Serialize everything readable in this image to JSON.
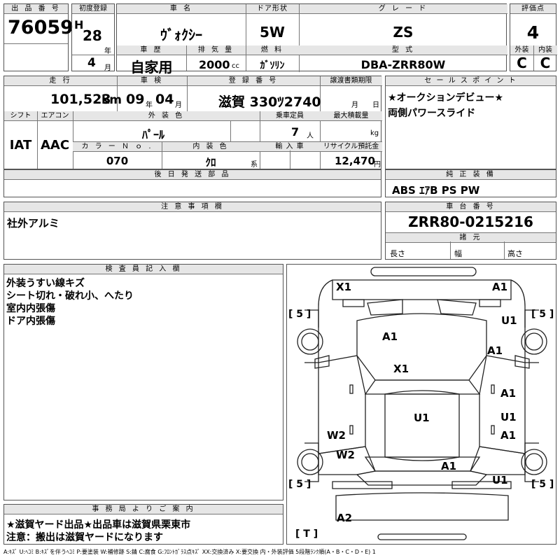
{
  "labels": {
    "lot_no": "出 品 番 号",
    "first_reg": "初度登録",
    "car_name": "車 名",
    "door": "ドア形状",
    "grade": "グ レ ー ド",
    "score": "評価点",
    "history": "車 歴",
    "displacement": "排 気 量",
    "fuel": "燃 料",
    "model": "型 式",
    "exterior": "外装",
    "interior": "内装",
    "mileage": "走 行",
    "inspection": "車 検",
    "plate": "登 録 番 号",
    "transfer_deadline": "譲渡書類期限",
    "sales_point": "セ ー ル ス ポ イ ン ト",
    "shift": "シフト",
    "aircon": "エアコン",
    "color": "外 装 色",
    "capacity": "乗車定員",
    "max_load": "最大積載量",
    "color_no": "カ ラ ー Ｎ ｏ .",
    "int_color": "内 装 色",
    "import": "輸 入 車",
    "recycle": "リサイクル預託金",
    "later_parts": "後 日 発 送 部 品",
    "genuine": "純 正 装 備",
    "notes": "注 意 事 項 欄",
    "chassis": "車 台 番 号",
    "dims": "諸 元",
    "length": "長さ",
    "width": "幅",
    "height": "高さ",
    "inspector": "検 査 員 記 入 欄",
    "office": "事 務 局 よ り ご 案 内"
  },
  "units": {
    "year": "年",
    "month": "月",
    "day": "日",
    "cc": "cc",
    "km": "km",
    "person": "人",
    "kg": "kg",
    "kei": "系",
    "yen": "円"
  },
  "values": {
    "lot_no": "76059",
    "era": "H",
    "reg_year": "28",
    "reg_month": "4",
    "car_name": "ｳﾞｫｸｼｰ",
    "door": "5W",
    "grade": "ZS",
    "score": "4",
    "history": "自家用",
    "displacement": "2000",
    "fuel": "ｶﾞｿﾘﾝ",
    "model": "DBA-ZRR80W",
    "exterior_score": "C",
    "interior_score": "C",
    "mileage": "101,523",
    "insp_year": "09",
    "insp_month": "04",
    "plate": "滋賀 330ﾂ2740",
    "shift": "IAT",
    "aircon": "AAC",
    "color": "ﾊﾟｰﾙ",
    "capacity": "7",
    "color_no": "070",
    "int_color": "ｸﾛ",
    "recycle": "12,470",
    "sales_point_1": "★オークションデビュー★",
    "sales_point_2": "両側パワースライド",
    "genuine": "ABS ｴｱB PS PW",
    "notes": "社外アルミ",
    "chassis": "ZRR80-0215216",
    "inspector_1": "外装うすい線キズ",
    "inspector_2": "シート切れ・破れ小、へたり",
    "inspector_3": "室内内張傷",
    "inspector_4": "ドア内張傷",
    "office_1": "★滋賀ヤード出品★出品車は滋賀県栗東市",
    "office_2": "注意：搬出は滋賀ヤードになります"
  },
  "diagram": {
    "marks": [
      "X1",
      "A1",
      "U1",
      "A1",
      "A1",
      "X1",
      "A1",
      "U1",
      "U1",
      "A1",
      "W2",
      "W2",
      "A1",
      "U1",
      "A2"
    ],
    "tire_fl": "[ 5 ]",
    "tire_fr": "[ 5 ]",
    "tire_rl": "[ 5 ]",
    "tire_rr": "[ 5 ]",
    "spare": "[ T ]"
  },
  "legend": "A:ｷｽﾞ U:ﾍｺﾐ B:ｷｽﾞを伴うﾍｺﾐ P:要塗装 W:補修跡 S:錆 C:腐食 G:ﾌﾛﾝﾄｶﾞﾗｽ点ｷｽﾞ XX:交換済み X:要交換 内・外装評価 5段階ﾗﾝｸ順(A・B・C・D・E) 1"
}
